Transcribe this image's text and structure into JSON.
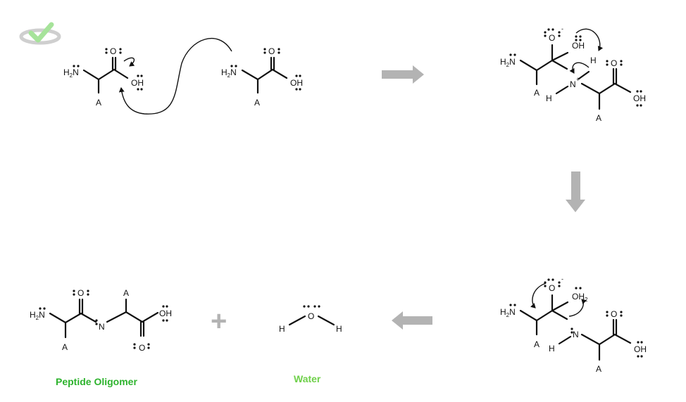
{
  "labels": {
    "amine": "H",
    "amine_sub": "2",
    "nitrogen": "N",
    "oxygen": "O",
    "hydroxyl": "OH",
    "side_chain": "A",
    "hydrogen": "H",
    "water_h2o": "OH",
    "water_sub": "2",
    "minus": "-",
    "plus_charge": "+",
    "plus_sign": "+"
  },
  "captions": {
    "product": "Peptide Oligomer",
    "water": "Water"
  },
  "colors": {
    "ink": "#111111",
    "arrow_gray": "#b3b3b3",
    "product_green": "#2db32d",
    "water_green": "#6fd04a",
    "logo_green": "#a6e39a"
  },
  "icons": {
    "logo": "checkmark-logo-icon",
    "step_arrows": [
      "arrow-right-icon",
      "arrow-down-icon",
      "arrow-left-icon"
    ]
  }
}
